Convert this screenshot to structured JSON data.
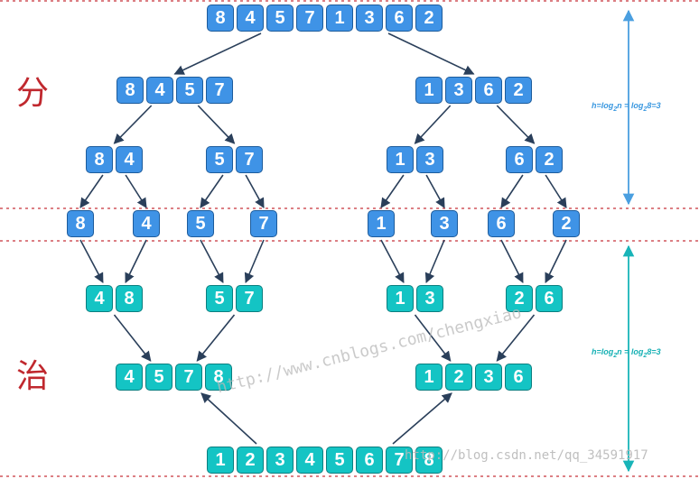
{
  "phases": {
    "divide": "分",
    "conquer": "治"
  },
  "height_formula": {
    "upper": {
      "pre": "h=log",
      "sub1": "2",
      "mid": "n = log",
      "sub2": "2",
      "post": "8=3"
    },
    "lower": {
      "pre": "h=log",
      "sub1": "2",
      "mid": "n = log",
      "sub2": "2",
      "post": "8=3"
    }
  },
  "watermarks": {
    "cnblogs": "http://www.cnblogs.com/chengxiao",
    "csdn": "http://blog.csdn.net/qq_34591917"
  },
  "colors": {
    "divide_blocks": "#3f93e6",
    "conquer_blocks": "#14c4c4",
    "divider_lines": "#d0555c",
    "phase_text": "#c0282e",
    "upper_arrow": "#4a9fe0",
    "lower_arrow": "#18b4b8",
    "connector_arrow": "#2a3f5a"
  },
  "levels": [
    {
      "phase": "divide",
      "groups": [
        [
          "8",
          "4",
          "5",
          "7",
          "1",
          "3",
          "6",
          "2"
        ]
      ]
    },
    {
      "phase": "divide",
      "groups": [
        [
          "8",
          "4",
          "5",
          "7"
        ],
        [
          "1",
          "3",
          "6",
          "2"
        ]
      ]
    },
    {
      "phase": "divide",
      "groups": [
        [
          "8",
          "4"
        ],
        [
          "5",
          "7"
        ],
        [
          "1",
          "3"
        ],
        [
          "6",
          "2"
        ]
      ]
    },
    {
      "phase": "divide",
      "groups": [
        [
          "8"
        ],
        [
          "4"
        ],
        [
          "5"
        ],
        [
          "7"
        ],
        [
          "1"
        ],
        [
          "3"
        ],
        [
          "6"
        ],
        [
          "2"
        ]
      ]
    },
    {
      "phase": "conquer",
      "groups": [
        [
          "4",
          "8"
        ],
        [
          "5",
          "7"
        ],
        [
          "1",
          "3"
        ],
        [
          "2",
          "6"
        ]
      ]
    },
    {
      "phase": "conquer",
      "groups": [
        [
          "4",
          "5",
          "7",
          "8"
        ],
        [
          "1",
          "2",
          "3",
          "6"
        ]
      ]
    },
    {
      "phase": "conquer",
      "groups": [
        [
          "1",
          "2",
          "3",
          "4",
          "5",
          "6",
          "7",
          "8"
        ]
      ]
    }
  ]
}
